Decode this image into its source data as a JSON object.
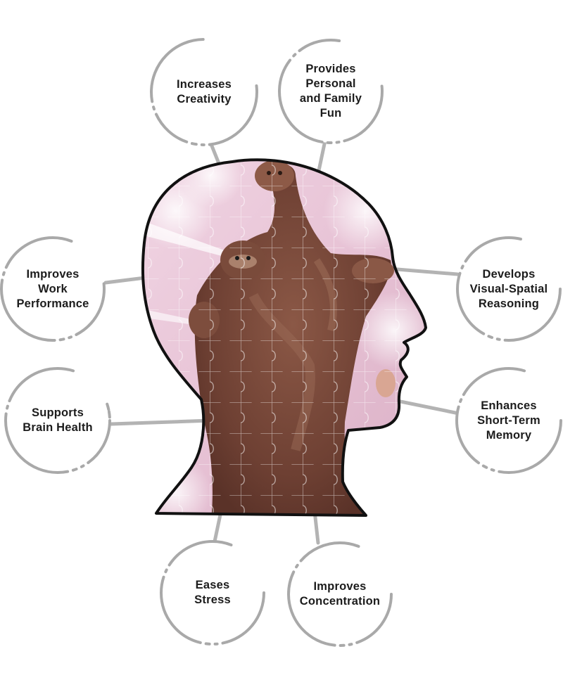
{
  "benefits": [
    {
      "id": "creativity",
      "label": "Increases\nCreativity"
    },
    {
      "id": "family-fun",
      "label": "Provides\nPersonal\nand Family\nFun"
    },
    {
      "id": "work-performance",
      "label": "Improves\nWork\nPerformance"
    },
    {
      "id": "visual-spatial",
      "label": "Develops\nVisual-Spatial\nReasoning"
    },
    {
      "id": "brain-health",
      "label": "Supports\nBrain Health"
    },
    {
      "id": "short-term-memory",
      "label": "Enhances\nShort-Term\nMemory"
    },
    {
      "id": "eases-stress",
      "label": "Eases\nStress"
    },
    {
      "id": "concentration",
      "label": "Improves\nConcentration"
    }
  ],
  "colors": {
    "ring": "#a9a9a9",
    "connector": "#b3b3b3",
    "head_outline": "#111111",
    "puzzle_pink": "#e7c6d8",
    "puzzle_brown": "#7a4a3c",
    "text": "#1c1c1c"
  },
  "illustration": "head-silhouette-puzzle-icon"
}
